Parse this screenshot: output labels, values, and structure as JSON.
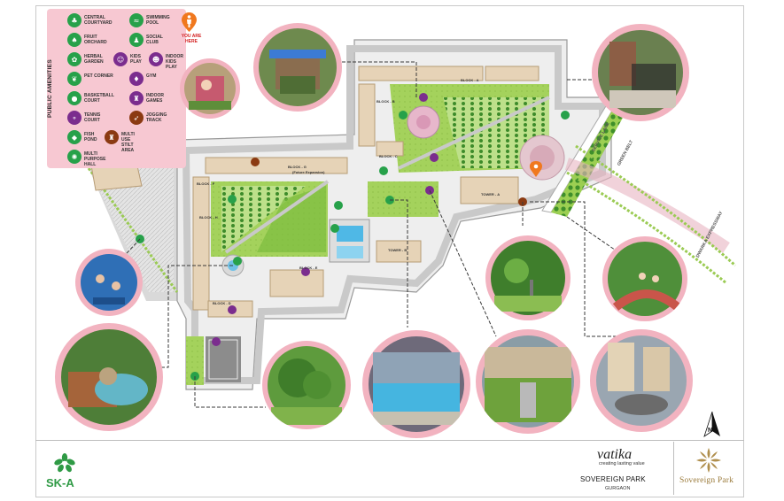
{
  "legend": {
    "title": "PUBLIC AMENITIES",
    "items": [
      {
        "label": "CENTRAL COURTYARD",
        "icon": "tree-circle-icon",
        "color": "#27a14a",
        "glyph": "♣"
      },
      {
        "label": "SWIMMING POOL",
        "icon": "swimmer-icon",
        "color": "#27a14a",
        "glyph": "≈"
      },
      {
        "label": "FRUIT ORCHARD",
        "icon": "fruit-tree-icon",
        "color": "#27a14a",
        "glyph": "♠"
      },
      {
        "label": "SOCIAL CLUB",
        "icon": "social-club-icon",
        "color": "#27a14a",
        "glyph": "♟"
      },
      {
        "label": "HERBAL GARDEN",
        "icon": "herb-icon",
        "color": "#27a14a",
        "glyph": "✿"
      },
      {
        "label": "KIDS PLAY",
        "icon": "kids-play-icon",
        "color": "#7b2d8e",
        "glyph": "☺"
      },
      {
        "label": "INDOOR KIDS PLAY",
        "icon": "indoor-kids-icon",
        "color": "#7b2d8e",
        "glyph": "☻"
      },
      {
        "label": "PET CORNER",
        "icon": "pet-icon",
        "color": "#27a14a",
        "glyph": "❦"
      },
      {
        "label": "GYM",
        "icon": "gym-icon",
        "color": "#7b2d8e",
        "glyph": "♦"
      },
      {
        "label": "BASKETBALL COURT",
        "icon": "basketball-icon",
        "color": "#27a14a",
        "glyph": "●"
      },
      {
        "label": "INDOOR GAMES",
        "icon": "indoor-games-icon",
        "color": "#7b2d8e",
        "glyph": "♜"
      },
      {
        "label": "TENNIS COURT",
        "icon": "tennis-icon",
        "color": "#7b2d8e",
        "glyph": "⚬"
      },
      {
        "label": "JOGGING TRACK",
        "icon": "jogging-icon",
        "color": "#8b3a12",
        "glyph": "➶"
      },
      {
        "label": "FISH POND",
        "icon": "fish-icon",
        "color": "#27a14a",
        "glyph": "◆"
      },
      {
        "label": "MULTI USE STILT AREA",
        "icon": "stilt-area-icon",
        "color": "#8b3a12",
        "glyph": "♜"
      },
      {
        "label": "MULTI PURPOSE HALL",
        "icon": "multipurpose-hall-icon",
        "color": "#27a14a",
        "glyph": "✺"
      }
    ]
  },
  "you_are_here": {
    "label": "YOU ARE HERE",
    "color": "#f0781e"
  },
  "map_labels": {
    "block_a": "BLOCK - A",
    "block_b": "BLOCK - B",
    "block_c": "BLOCK - C",
    "block_d": "BLOCK - D",
    "block_e": "BLOCK - E",
    "block_f": "BLOCK - F",
    "block_g": "BLOCK - G",
    "block_h": "BLOCK - H",
    "tower_a": "TOWER - A",
    "tower_b": "TOWER - B",
    "future_expansion": "(Future Expansion)",
    "service_lane": "SERVICE LANE",
    "green_belt": "GREEN BELT",
    "dwarka_expressway": "DWARKA EXPRESSWAY"
  },
  "footer": {
    "ska": "SK-A",
    "brand": "vatika",
    "tagline": "creating lasting value",
    "project_name": "SOVEREIGN PARK",
    "city": "GURGAON",
    "project_logo_text": "Sovereign Park",
    "north": "N"
  },
  "colors": {
    "bubble_pink": "#f2b3c0",
    "road_grey": "#c8c8c8",
    "lawn_green": "#8cc63f",
    "building_tan": "#e6d3b7",
    "link_line": "#3a3a3a"
  }
}
